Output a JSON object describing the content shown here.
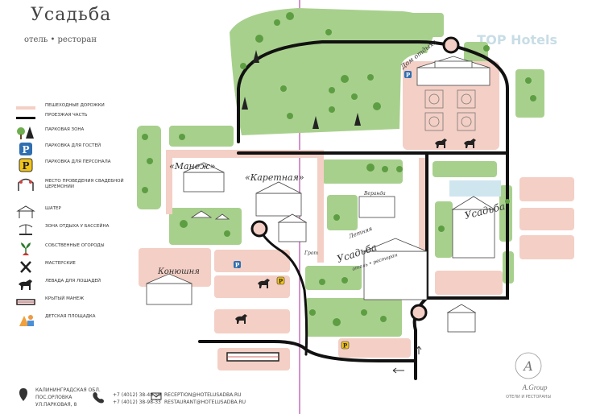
{
  "brand": {
    "title": "Усадьба",
    "subtitle": "отель • ресторан"
  },
  "watermark": "TOP Hotels",
  "legend": [
    {
      "icon": "walkway-line",
      "label": "пешеходные дорожки"
    },
    {
      "icon": "road-line",
      "label": "проезжая часть"
    },
    {
      "icon": "trees-icon",
      "label": "парковая зона"
    },
    {
      "icon": "parking-guest-icon",
      "label": "парковка для гостей"
    },
    {
      "icon": "parking-staff-icon",
      "label": "парковка для персонала"
    },
    {
      "icon": "wedding-arch-icon",
      "label": "место проведения свадебной церемонии"
    },
    {
      "icon": "tent-icon",
      "label": "шатер"
    },
    {
      "icon": "pool-lounge-icon",
      "label": "зона отдыха у бассейна"
    },
    {
      "icon": "garden-icon",
      "label": "собственные огороды"
    },
    {
      "icon": "tools-icon",
      "label": "мастерские"
    },
    {
      "icon": "horse-icon",
      "label": "левада для лошадей"
    },
    {
      "icon": "covered-arena-icon",
      "label": "крытый манеж"
    },
    {
      "icon": "playground-icon",
      "label": "детская площадка"
    }
  ],
  "map_labels": {
    "manezh": "«Манеж»",
    "karetnaya": "«Каретная»",
    "konyushnya": "Конюшня",
    "usadba_ab": "Усадьба",
    "usadba_center": "Усадьба",
    "restaurant_label": "отель • ресторан",
    "dom_dlya_otdyha": "Дом отдыха",
    "veranda": "Веранда",
    "letnyaya": "Летняя",
    "grot": "Грот"
  },
  "parking_letter": "P",
  "footer": {
    "address": [
      "Калининградская обл.",
      "пос.Орловка",
      "ул.Парковая, 8"
    ],
    "phones": [
      "+7 (4012) 38-48-50",
      "+7 (4012) 38-98-33"
    ],
    "emails": [
      "reception@hotelusadba.ru",
      "restaurant@hotelusadba.ru"
    ],
    "logo_brand": "A.Group",
    "logo_sub": "отели и рестораны"
  },
  "colors": {
    "park": "#a8d08d",
    "walkway": "#f4cfc5",
    "road": "#111111",
    "parking_guest": "#2f6fb1",
    "parking_staff": "#f0c419",
    "divider": "#b54aa8"
  }
}
